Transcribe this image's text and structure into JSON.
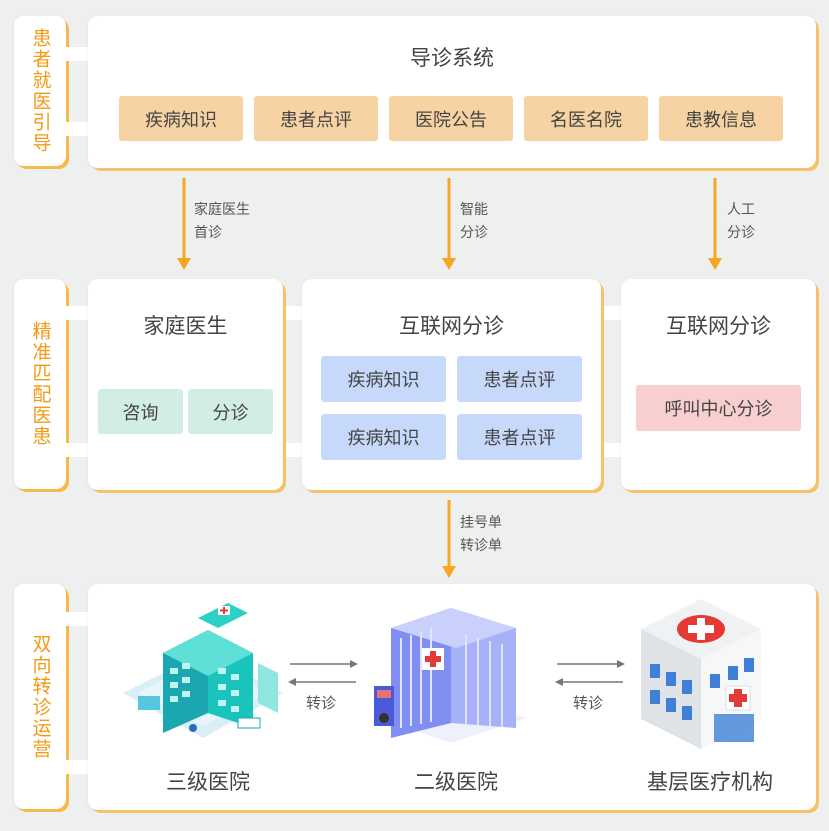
{
  "sections": {
    "guide": "患者就医引导",
    "match": "精准匹配医患",
    "operate": "双向转诊运营"
  },
  "top": {
    "title": "导诊系统",
    "chips": [
      "疾病知识",
      "患者点评",
      "医院公告",
      "名医名院",
      "患教信息"
    ]
  },
  "arrows": {
    "left": [
      "家庭医生",
      "首诊"
    ],
    "middle": [
      "智能",
      "分诊"
    ],
    "right": [
      "人工",
      "分诊"
    ],
    "bottom": [
      "挂号单",
      "转诊单"
    ]
  },
  "family": {
    "title": "家庭医生",
    "chips": [
      "咨询",
      "分诊"
    ]
  },
  "internet_middle": {
    "title": "互联网分诊",
    "chips": [
      "疾病知识",
      "患者点评",
      "疾病知识",
      "患者点评"
    ]
  },
  "internet_right": {
    "title": "互联网分诊",
    "chip": "呼叫中心分诊"
  },
  "hospitals": {
    "tertiary": "三级医院",
    "secondary": "二级医院",
    "primary": "基层医疗机构",
    "referral_left": "转诊",
    "referral_right": "转诊"
  },
  "colors": {
    "accent": "#f29a14",
    "arrow": "#f5a623",
    "chip_orange": "#f7d3a4",
    "chip_blue": "#c7d9fb",
    "chip_green": "#d2ece6",
    "chip_pink": "#f8cfcf"
  }
}
